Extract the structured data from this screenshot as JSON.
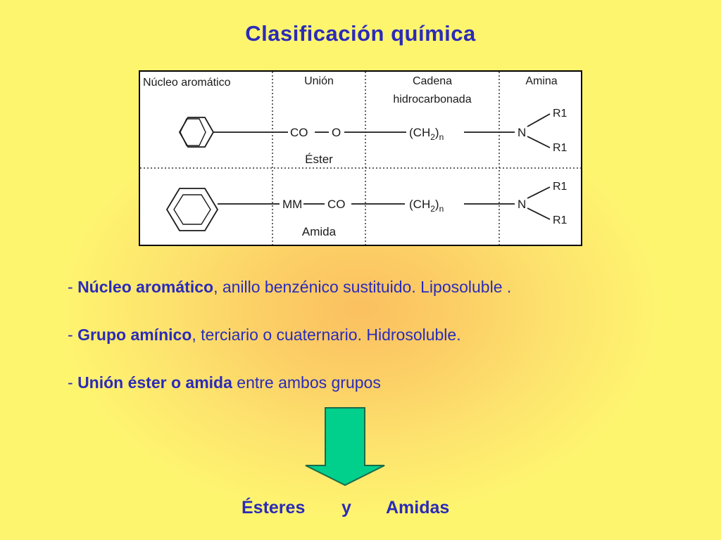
{
  "slide": {
    "title": "Clasificación química",
    "table": {
      "headers": [
        "Núcleo aromático",
        "Unión",
        "Cadena",
        "hidrocarbonada",
        "Amina"
      ],
      "rows": [
        {
          "link_left": "CO",
          "link_right": "O",
          "link_label": "Éster",
          "chain": "(CH",
          "chain_sub": "2",
          "chain_close": ")",
          "chain_n": "n",
          "amine_n": "N",
          "r_top": "R1",
          "r_bottom": "R1"
        },
        {
          "link_left": "MM",
          "link_right": "CO",
          "link_label": "Amida",
          "chain": "(CH",
          "chain_sub": "2",
          "chain_close": ")",
          "chain_n": "n",
          "amine_n": "N",
          "r_top": "R1",
          "r_bottom": "R1"
        }
      ]
    },
    "bullets": [
      {
        "dash": "- ",
        "bold": "Núcleo aromático",
        "rest": ", anillo benzénico sustituido. Liposoluble ."
      },
      {
        "dash": "- ",
        "bold": "Grupo amínico",
        "rest": ", terciario o cuaternario. Hidrosoluble."
      },
      {
        "dash": "- ",
        "bold": "Unión éster o amida",
        "rest": " entre ambos grupos"
      }
    ],
    "result": {
      "left": "Ésteres",
      "middle": "y",
      "right": "Amidas"
    },
    "colors": {
      "text": "#2b2bb8",
      "arrow_fill": "#00d08c",
      "arrow_stroke": "#1a6a4a"
    }
  }
}
